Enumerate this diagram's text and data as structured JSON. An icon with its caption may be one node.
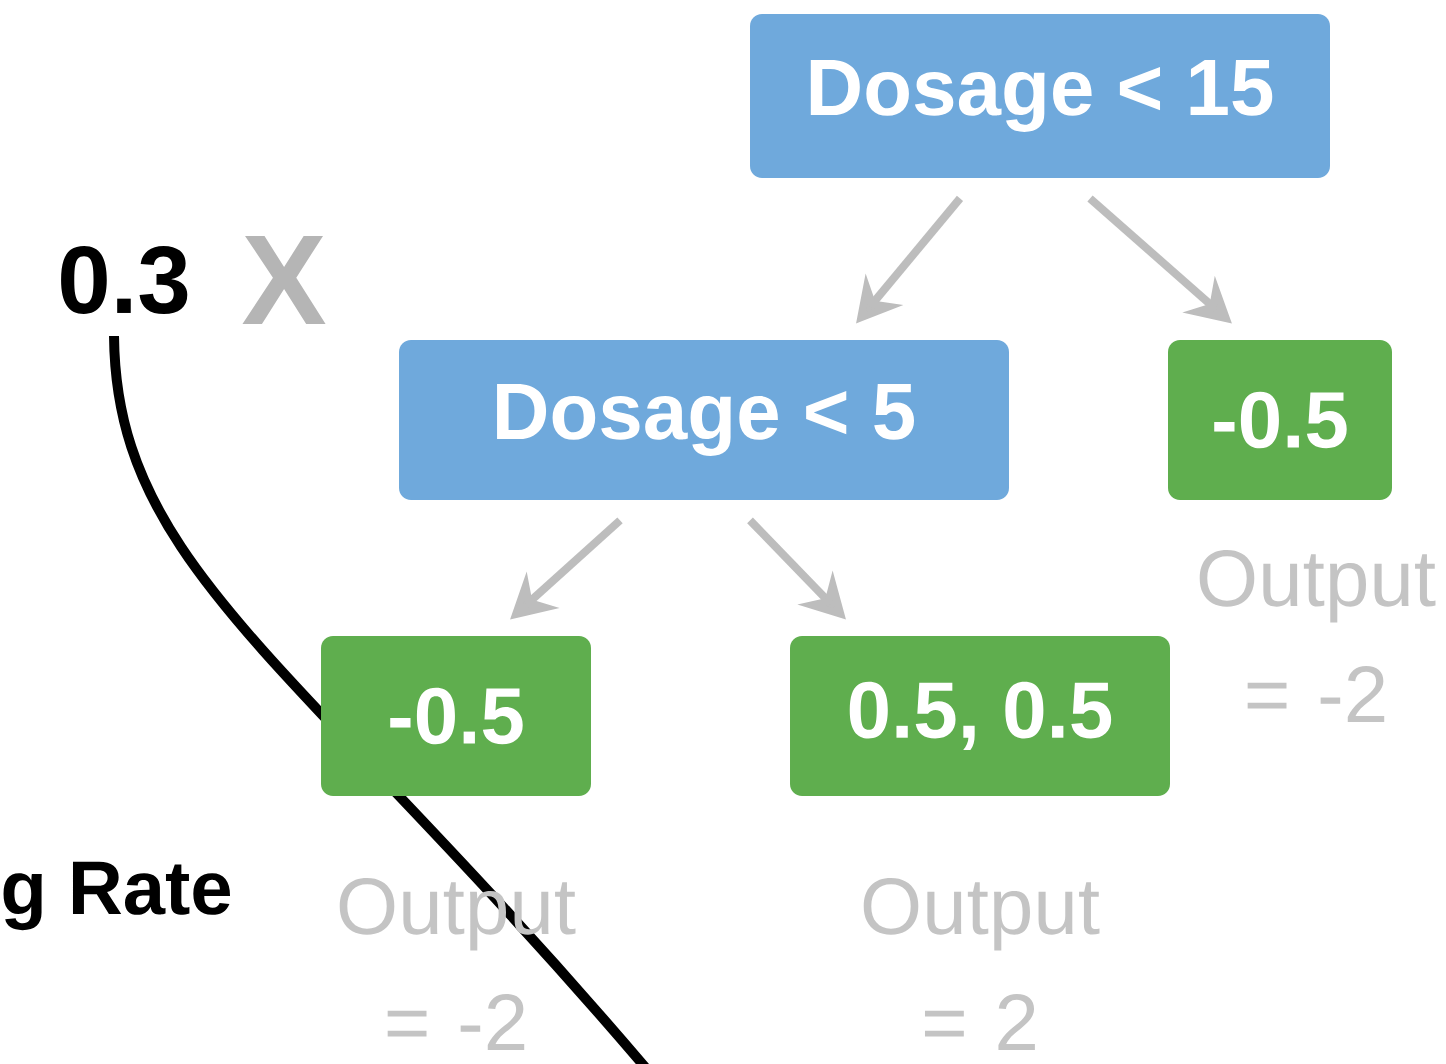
{
  "diagram": {
    "nodes": [
      {
        "text": [
          "Dosage < 15"
        ]
      },
      {
        "text": [
          "Dosage < 5"
        ]
      },
      {
        "text": [
          "-0.5"
        ],
        "beside": [
          "Output = -2"
        ]
      },
      {
        "text": [
          "-0.5"
        ],
        "beside": [
          "Output = -2"
        ]
      },
      {
        "text": [
          "0.5, 0.5"
        ],
        "beside": [
          "Output = 2"
        ]
      }
    ],
    "edges": [
      {
        "from": 0,
        "to": 1,
        "arrow": "to"
      },
      {
        "from": 0,
        "to": 2,
        "arrow": "to"
      },
      {
        "from": 1,
        "to": 3,
        "arrow": "to"
      },
      {
        "from": 1,
        "to": 4,
        "arrow": "to"
      }
    ],
    "labels": [
      "0.3",
      "X",
      "g Rate"
    ]
  }
}
